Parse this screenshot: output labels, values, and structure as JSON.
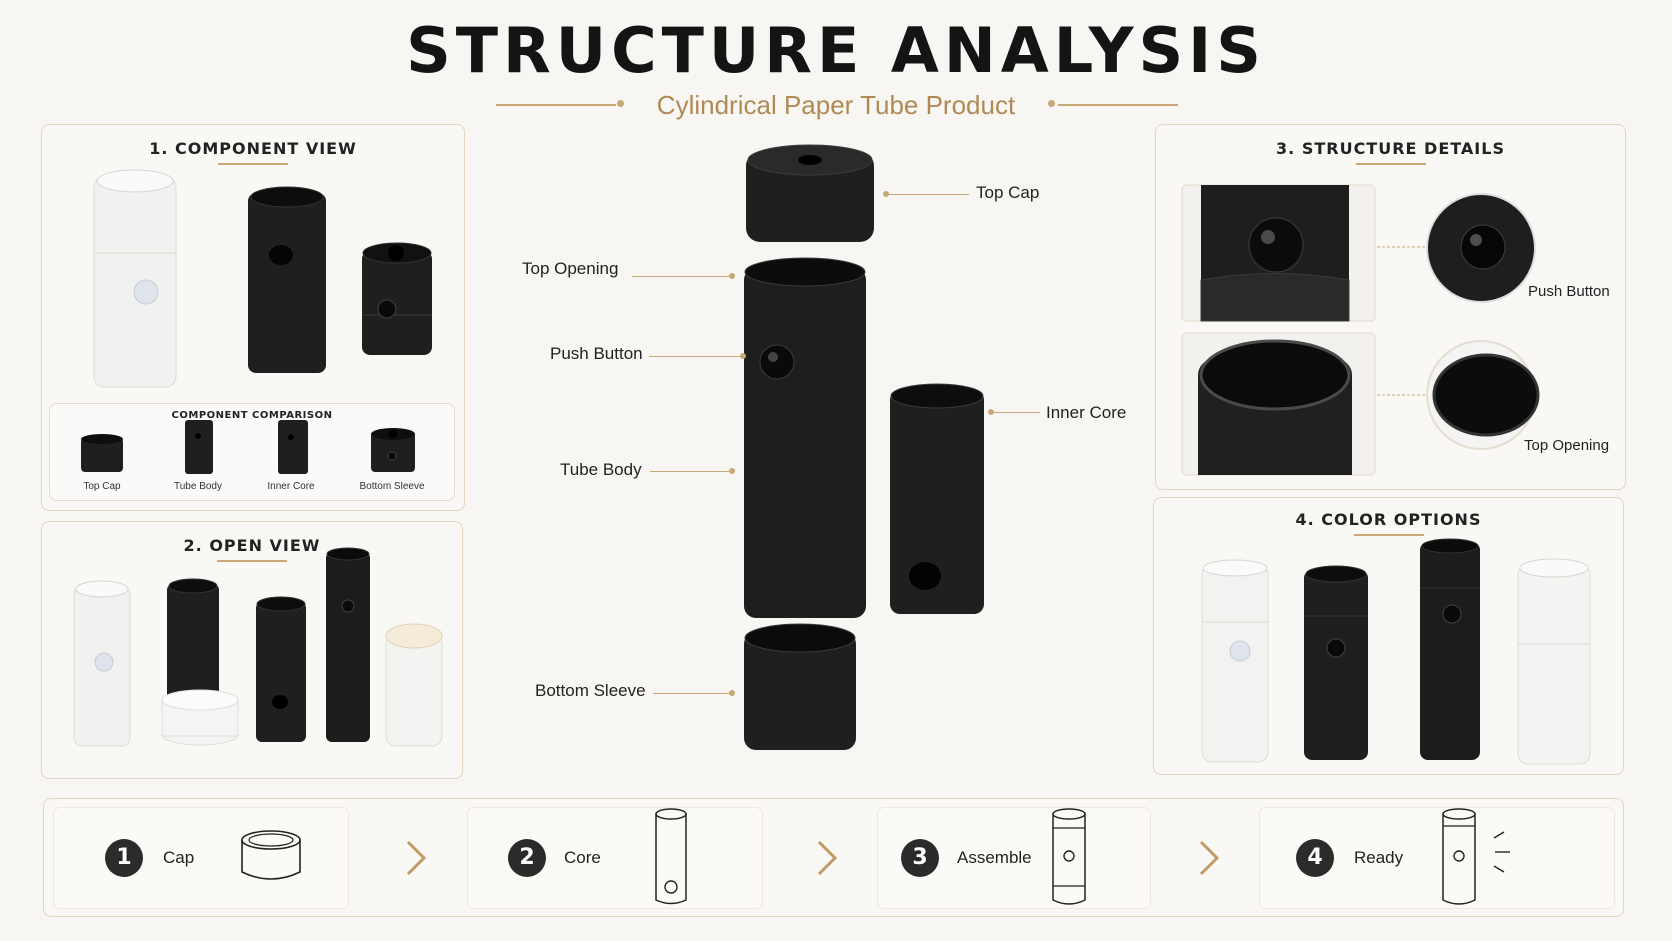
{
  "header": {
    "title": "STRUCTURE ANALYSIS",
    "subtitle": "Cylindrical Paper Tube Product"
  },
  "panels": {
    "component_view": {
      "title": "1. COMPONENT VIEW",
      "comparison_title": "COMPONENT COMPARISON",
      "items": [
        "Top Cap",
        "Tube Body",
        "Inner Core",
        "Bottom Sleeve"
      ]
    },
    "open_view": {
      "title": "2. OPEN VIEW"
    },
    "structure_details": {
      "title": "3. STRUCTURE DETAILS",
      "push_button": "Push Button",
      "top_opening": "Top Opening"
    },
    "color_options": {
      "title": "4. COLOR OPTIONS"
    }
  },
  "center_labels": {
    "top_cap": "Top Cap",
    "top_opening": "Top Opening",
    "push_button": "Push Button",
    "inner_core": "Inner Core",
    "tube_body": "Tube Body",
    "bottom_sleeve": "Bottom Sleeve"
  },
  "steps": [
    {
      "number": "1",
      "label": "Cap",
      "icon": "cap-outline-icon"
    },
    {
      "number": "2",
      "label": "Core",
      "icon": "core-outline-icon"
    },
    {
      "number": "3",
      "label": "Assemble",
      "icon": "assembled-tube-icon"
    },
    {
      "number": "4",
      "label": "Ready",
      "icon": "ready-tube-icon"
    }
  ],
  "colors": {
    "accent_gold": "#c9a878",
    "tube_black": "#1f1f1f",
    "tube_white": "#f2f2f0"
  }
}
